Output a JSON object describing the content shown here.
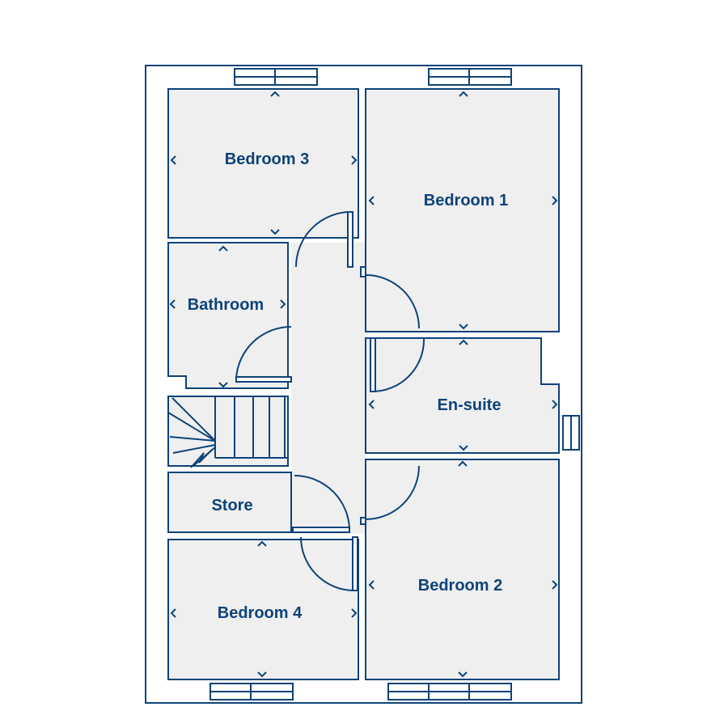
{
  "colors": {
    "line": "#0d4379",
    "fill": "#efefef",
    "background": "#ffffff"
  },
  "rooms": {
    "bedroom3": "Bedroom 3",
    "bedroom1": "Bedroom 1",
    "bathroom": "Bathroom",
    "ensuite": "En-suite",
    "store": "Store",
    "bedroom4": "Bedroom 4",
    "bedroom2": "Bedroom 2"
  }
}
